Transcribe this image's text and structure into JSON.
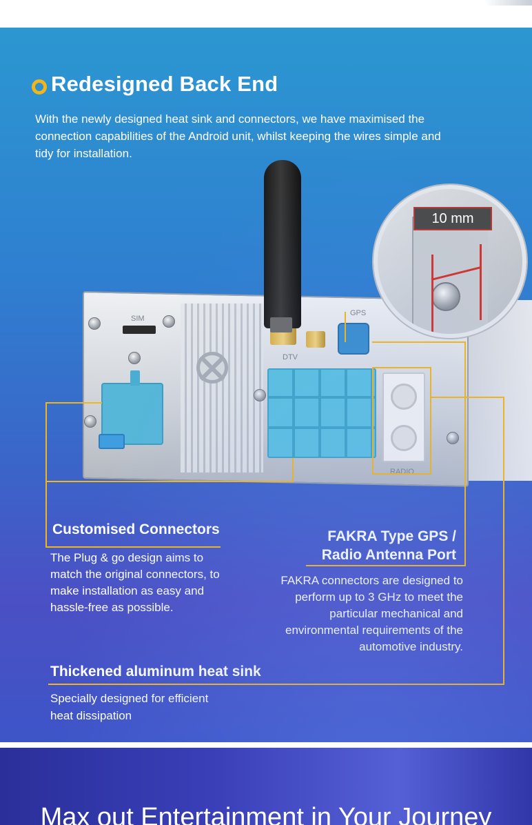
{
  "section": {
    "title": "Redesigned Back End",
    "intro": "With the newly designed heat sink and connectors, we have maximised the connection capabilities of the Android unit, whilst keeping the wires simple and tidy for installation.",
    "accent_color": "#f2b51b"
  },
  "illustration": {
    "measure_label": "10 mm",
    "engraving_sim": "SIM",
    "engraving_dtv": "DTV",
    "engraving_gps": "GPS",
    "engraving_radio": "RADIO"
  },
  "features": {
    "connectors": {
      "title": "Customised Connectors",
      "text": "The Plug & go design aims to match the original connectors, to make installation as easy and hassle-free as possible."
    },
    "fakra": {
      "title_line1": "FAKRA Type GPS /",
      "title_line2": "Radio Antenna Port",
      "text": "FAKRA connectors are designed to perform up to 3 GHz to meet the particular mechanical and environmental requirements of the automotive industry."
    },
    "heat_sink": {
      "title": "Thickened aluminum heat sink",
      "text": "Specially designed for efficient heat dissipation"
    }
  },
  "next_section": {
    "title": "Max out Entertainment in Your Journey"
  }
}
